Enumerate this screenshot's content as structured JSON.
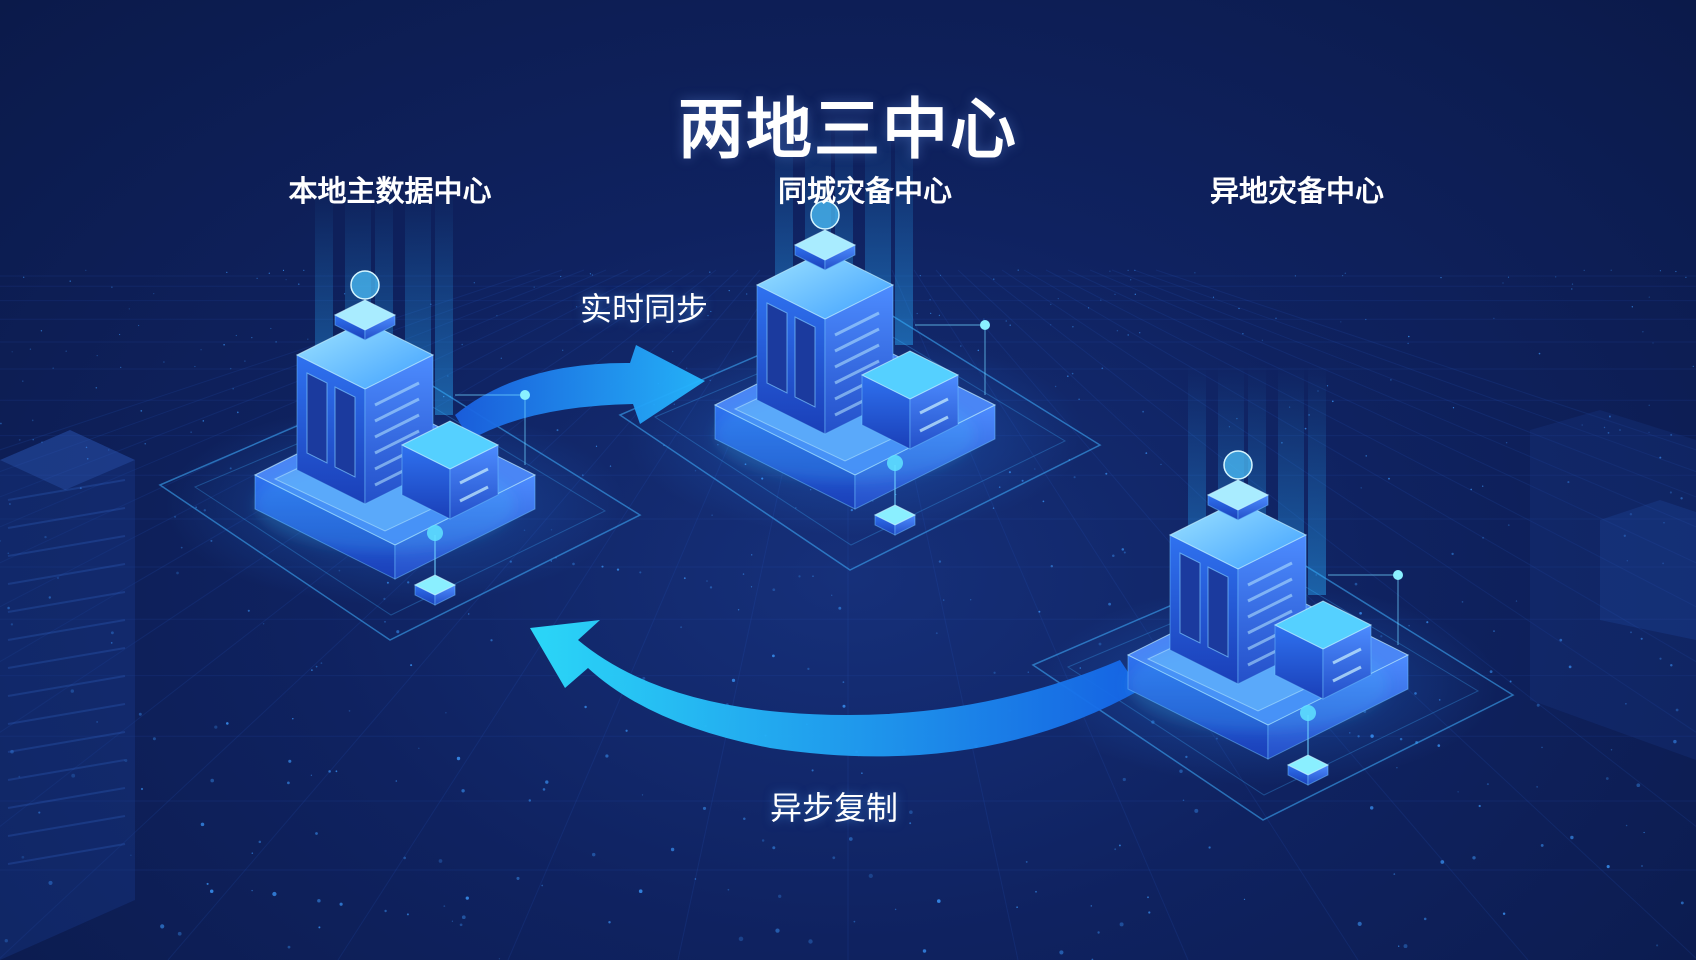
{
  "title": "两地三中心",
  "centers": [
    {
      "id": "local",
      "label": "本地主数据中心"
    },
    {
      "id": "same-city",
      "label": "同城灾备中心"
    },
    {
      "id": "remote",
      "label": "异地灾备中心"
    }
  ],
  "links": [
    {
      "from": "local",
      "to": "same-city",
      "label": "实时同步"
    },
    {
      "from": "remote",
      "to": "local",
      "label": "异步复制"
    }
  ],
  "colors": {
    "background": "#0d1b4d",
    "accent": "#1fa6ff",
    "glow": "#2ad4ff",
    "building": "#3b6ee8"
  }
}
